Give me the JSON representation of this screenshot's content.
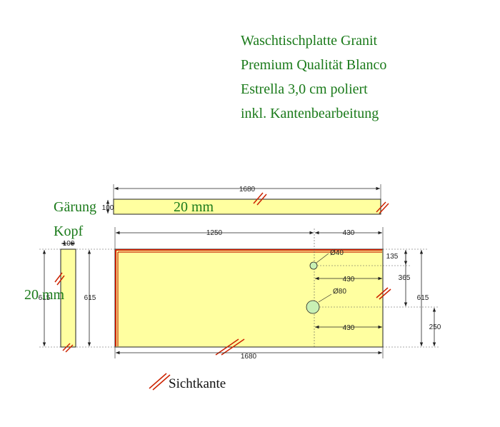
{
  "title": {
    "lines": [
      "Waschtischplatte Granit",
      "Premium Qualität Blanco",
      "Estrella 3,0 cm poliert",
      "inkl. Kantenbearbeitung"
    ]
  },
  "labels": {
    "gaerung": "Gärung",
    "kopf": "Kopf",
    "thickness_top": "20 mm",
    "thickness_side": "20 mm",
    "sichtkante": "Sichtkante"
  },
  "dimensions": {
    "top_strip_length": "1680",
    "top_strip_height": "100",
    "main_left": "1250",
    "main_right_top": "430",
    "hole1_diameter": "Ø40",
    "hole1_offset_x": "430",
    "hole1_offset_y": "135",
    "hole2_diameter": "Ø80",
    "hole2_offset_x": "430",
    "hole2_offset_y": "365",
    "height_left": "615",
    "height_right": "615",
    "lower_right": "250",
    "bottom_length": "1680",
    "side_width": "100",
    "side_height": "615",
    "hole2_to_bottom_x": "430"
  },
  "colors": {
    "plate_fill": "#ffffa0",
    "edge_red": "#cc2200",
    "title_green": "#1a7a1a",
    "hole_fill": "#c8f0b4"
  }
}
